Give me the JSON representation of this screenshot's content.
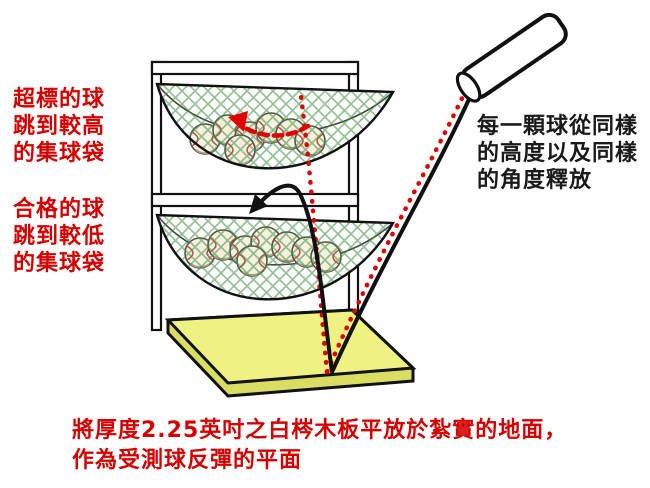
{
  "labels": {
    "left_top": {
      "line1": "超標的球",
      "line2": "跳到較高",
      "line3": "的集球袋"
    },
    "left_bottom": {
      "line1": "合格的球",
      "line2": "跳到較低",
      "line3": "的集球袋"
    },
    "right": {
      "line1": "每一顆球從同樣",
      "line2": "的高度以及同樣",
      "line3": "的角度釋放"
    },
    "bottom": {
      "line1": "將厚度2.25英吋之白梣木板平放於紮實的地面，",
      "line2": "作為受測球反彈的平面"
    }
  },
  "colors": {
    "label_red": "#d40000",
    "label_black": "#1a1a1a",
    "board_top": "#eef283",
    "board_side": "#d9de62",
    "net_green": "#3f8f3f",
    "trajectory_red": "#e00000",
    "trajectory_black": "#111111",
    "ball_fill": "#f6f1df"
  },
  "diagram": {
    "description": "baseball rebound test rig",
    "parts": [
      "release-tube",
      "upper-collection-bag",
      "lower-collection-bag",
      "rack",
      "white-ash-board"
    ]
  }
}
